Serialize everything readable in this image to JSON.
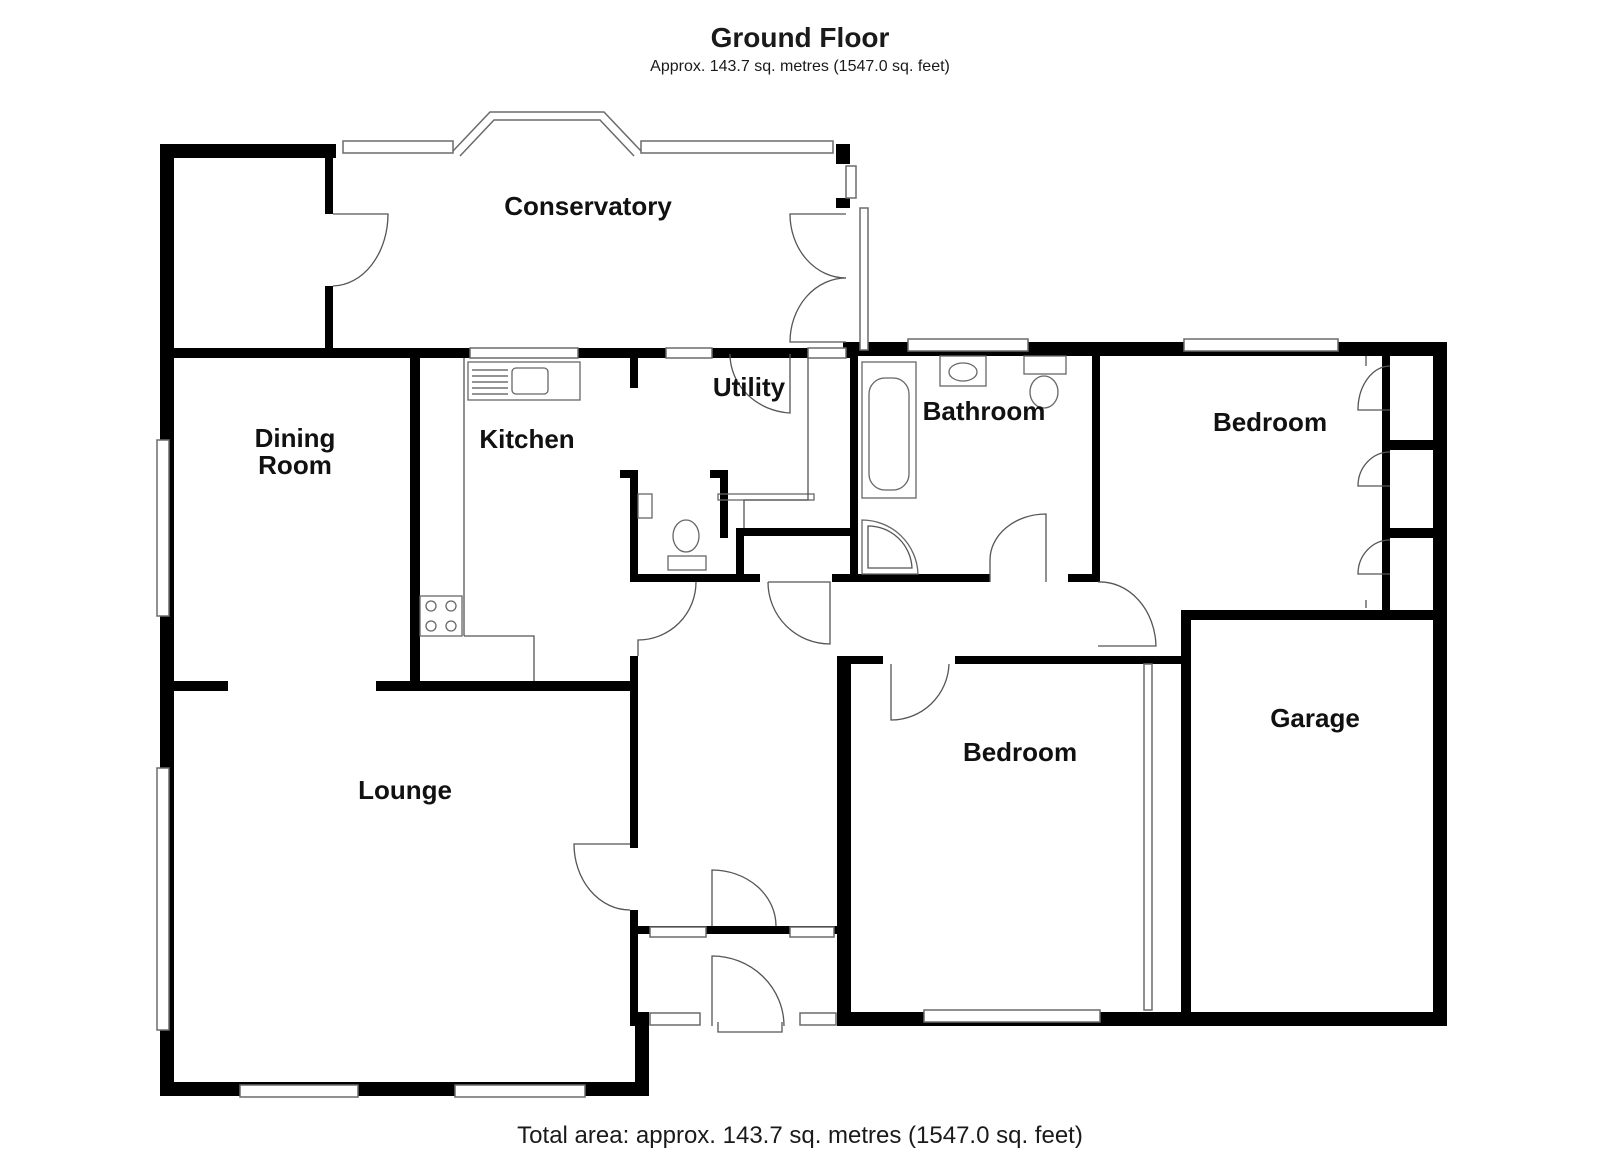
{
  "floor": {
    "title": "Ground Floor",
    "subtitle": "Approx. 143.7 sq. metres (1547.0 sq. feet)",
    "footer": "Total area: approx. 143.7 sq. metres (1547.0 sq. feet)"
  },
  "rooms": {
    "conservatory": "Conservatory",
    "dining_line1": "Dining",
    "dining_line2": "Room",
    "kitchen": "Kitchen",
    "utility": "Utility",
    "bathroom": "Bathroom",
    "bedroom_1": "Bedroom",
    "bedroom_2": "Bedroom",
    "garage": "Garage",
    "lounge": "Lounge"
  },
  "colors": {
    "wall": "#000000",
    "window": "#6b6b6b",
    "text": "#111111"
  }
}
